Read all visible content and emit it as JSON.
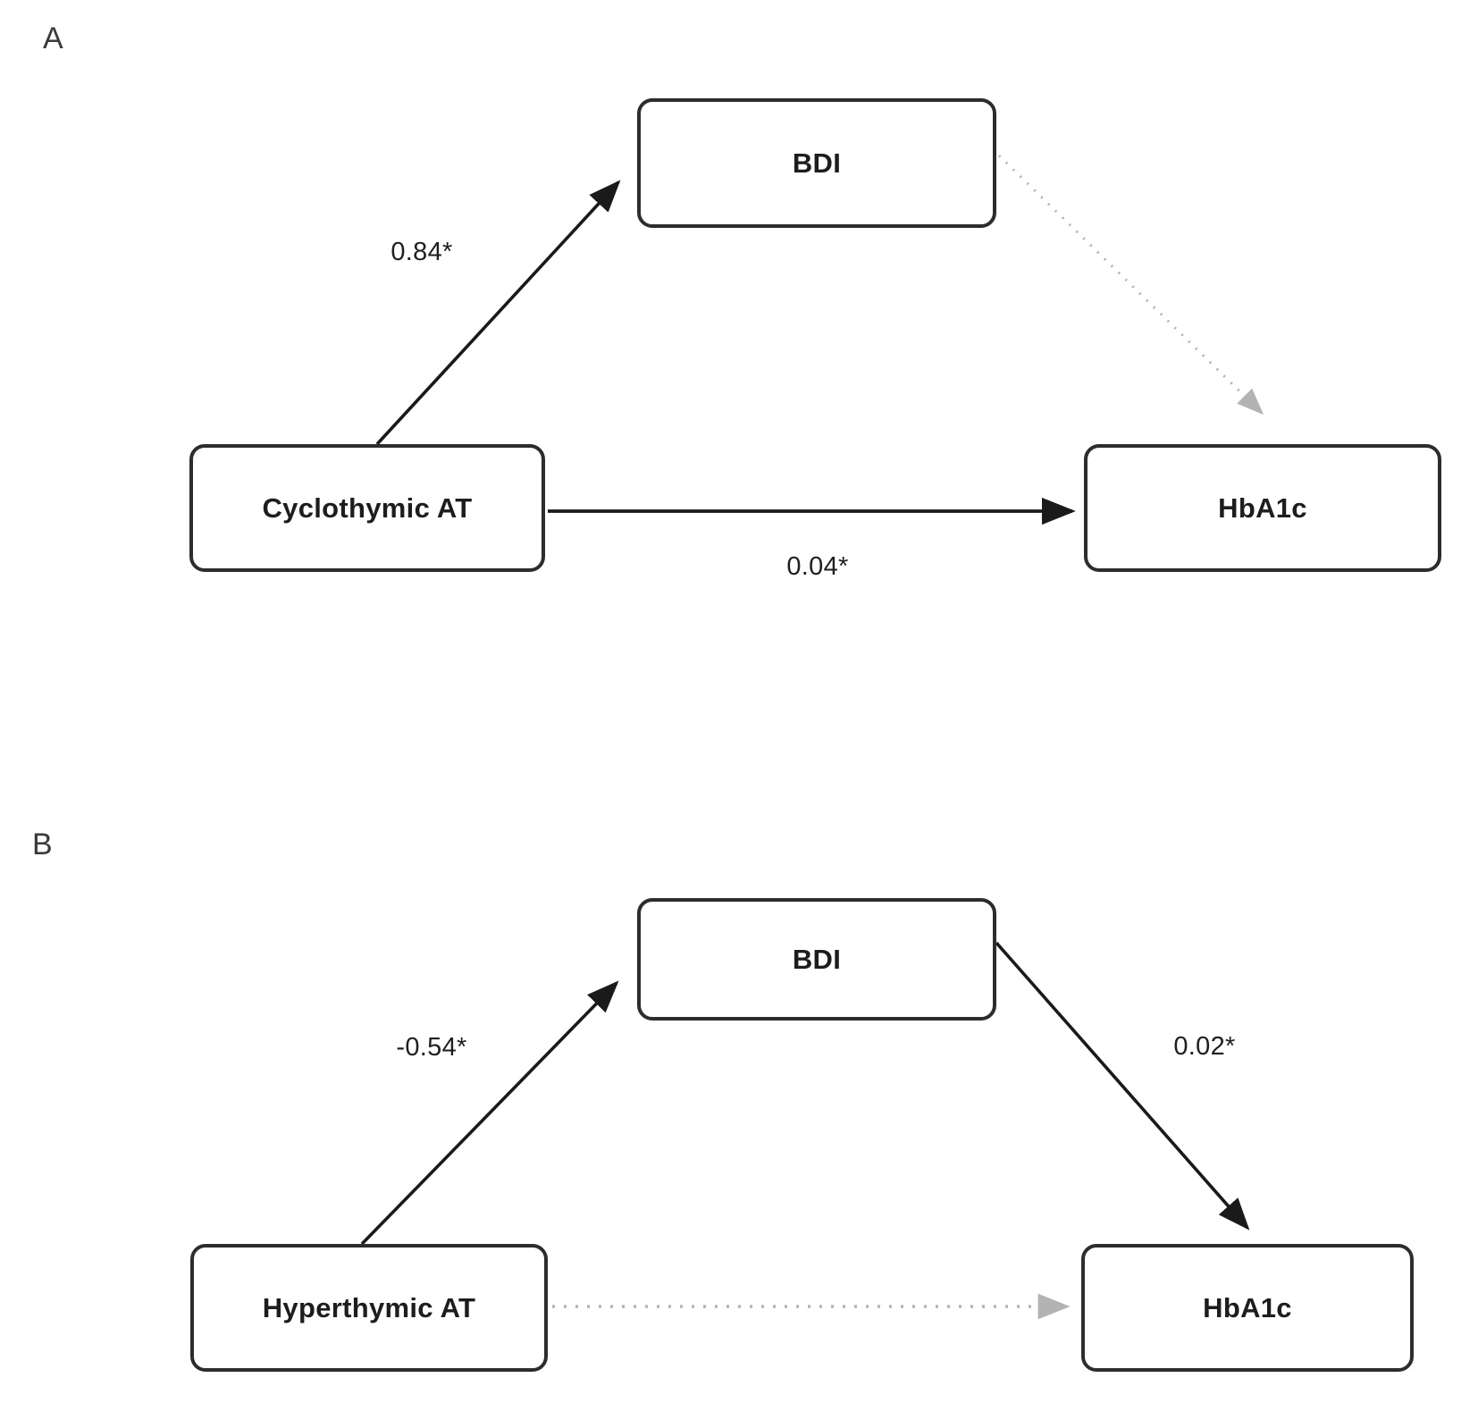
{
  "figure": {
    "panels": [
      {
        "label": "A",
        "predictor": "Cyclothymic AT",
        "mediator": "BDI",
        "outcome": "HbA1c",
        "path_predictor_to_mediator_label": "0.84*",
        "path_predictor_to_outcome_label": "0.04*",
        "path_mediator_to_outcome_label": "",
        "path_predictor_to_mediator_style": "solid",
        "path_predictor_to_outcome_style": "solid",
        "path_mediator_to_outcome_style": "dotted"
      },
      {
        "label": "B",
        "predictor": "Hyperthymic AT",
        "mediator": "BDI",
        "outcome": "HbA1c",
        "path_predictor_to_mediator_label": "-0.54*",
        "path_mediator_to_outcome_label": "0.02*",
        "path_predictor_to_outcome_label": "",
        "path_predictor_to_mediator_style": "solid",
        "path_mediator_to_outcome_style": "solid",
        "path_predictor_to_outcome_style": "dotted"
      }
    ],
    "colors": {
      "box_border": "#2d2d2d",
      "solid_arrow": "#1a1a1a",
      "dotted_arrow": "#b3b3b3",
      "text": "#1d1d1d"
    }
  }
}
